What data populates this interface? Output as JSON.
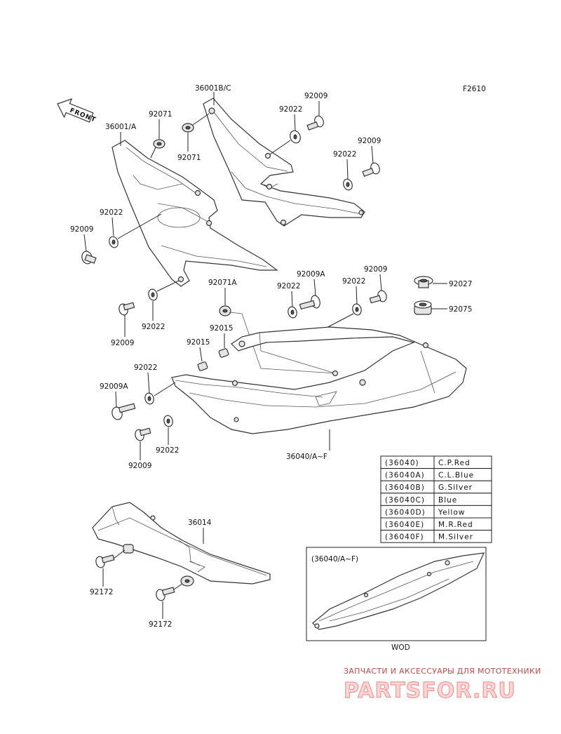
{
  "figure_code": "F2610",
  "front_label": "FRONT",
  "parts": {
    "p36001BC": "36001B/C",
    "p36001A": "36001/A",
    "p92071_a": "92071",
    "p92071_b": "92071",
    "p92022_top": "92022",
    "p92009_top": "92009",
    "p92009_r": "92009",
    "p92022_r": "92022",
    "p92022_l": "92022",
    "p92009_l": "92009",
    "p92022_mid": "92022",
    "p92009_mid": "92009",
    "p92071A": "92071A",
    "p92022_c": "92022",
    "p92009A_c": "92009A",
    "p92022_c2": "92022",
    "p92009_c2": "92009",
    "p92027": "92027",
    "p92075": "92075",
    "p92015_a": "92015",
    "p92015_b": "92015",
    "p92022_ll": "92022",
    "p92009A_ll": "92009A",
    "p92022_lb": "92022",
    "p92009_lb": "92009",
    "p36040": "36040/A~F",
    "p36014": "36014",
    "p92172_a": "92172",
    "p92172_b": "92172"
  },
  "color_table": [
    {
      "code": "(36040)",
      "color": "C.P.Red"
    },
    {
      "code": "(36040A)",
      "color": "C.L.Blue"
    },
    {
      "code": "(36040B)",
      "color": "G.Silver"
    },
    {
      "code": "(36040C)",
      "color": "Blue"
    },
    {
      "code": "(36040D)",
      "color": "Yellow"
    },
    {
      "code": "(36040E)",
      "color": "M.R.Red"
    },
    {
      "code": "(36040F)",
      "color": "M.Silver"
    }
  ],
  "inset": {
    "title": "(36040/A~F)",
    "caption": "WOD"
  },
  "watermark": {
    "tagline": "ЗАПЧАСТИ И АКСЕССУАРЫ ДЛЯ МОТОТЕХНИКИ",
    "brand": "PARTSFOR.RU"
  }
}
